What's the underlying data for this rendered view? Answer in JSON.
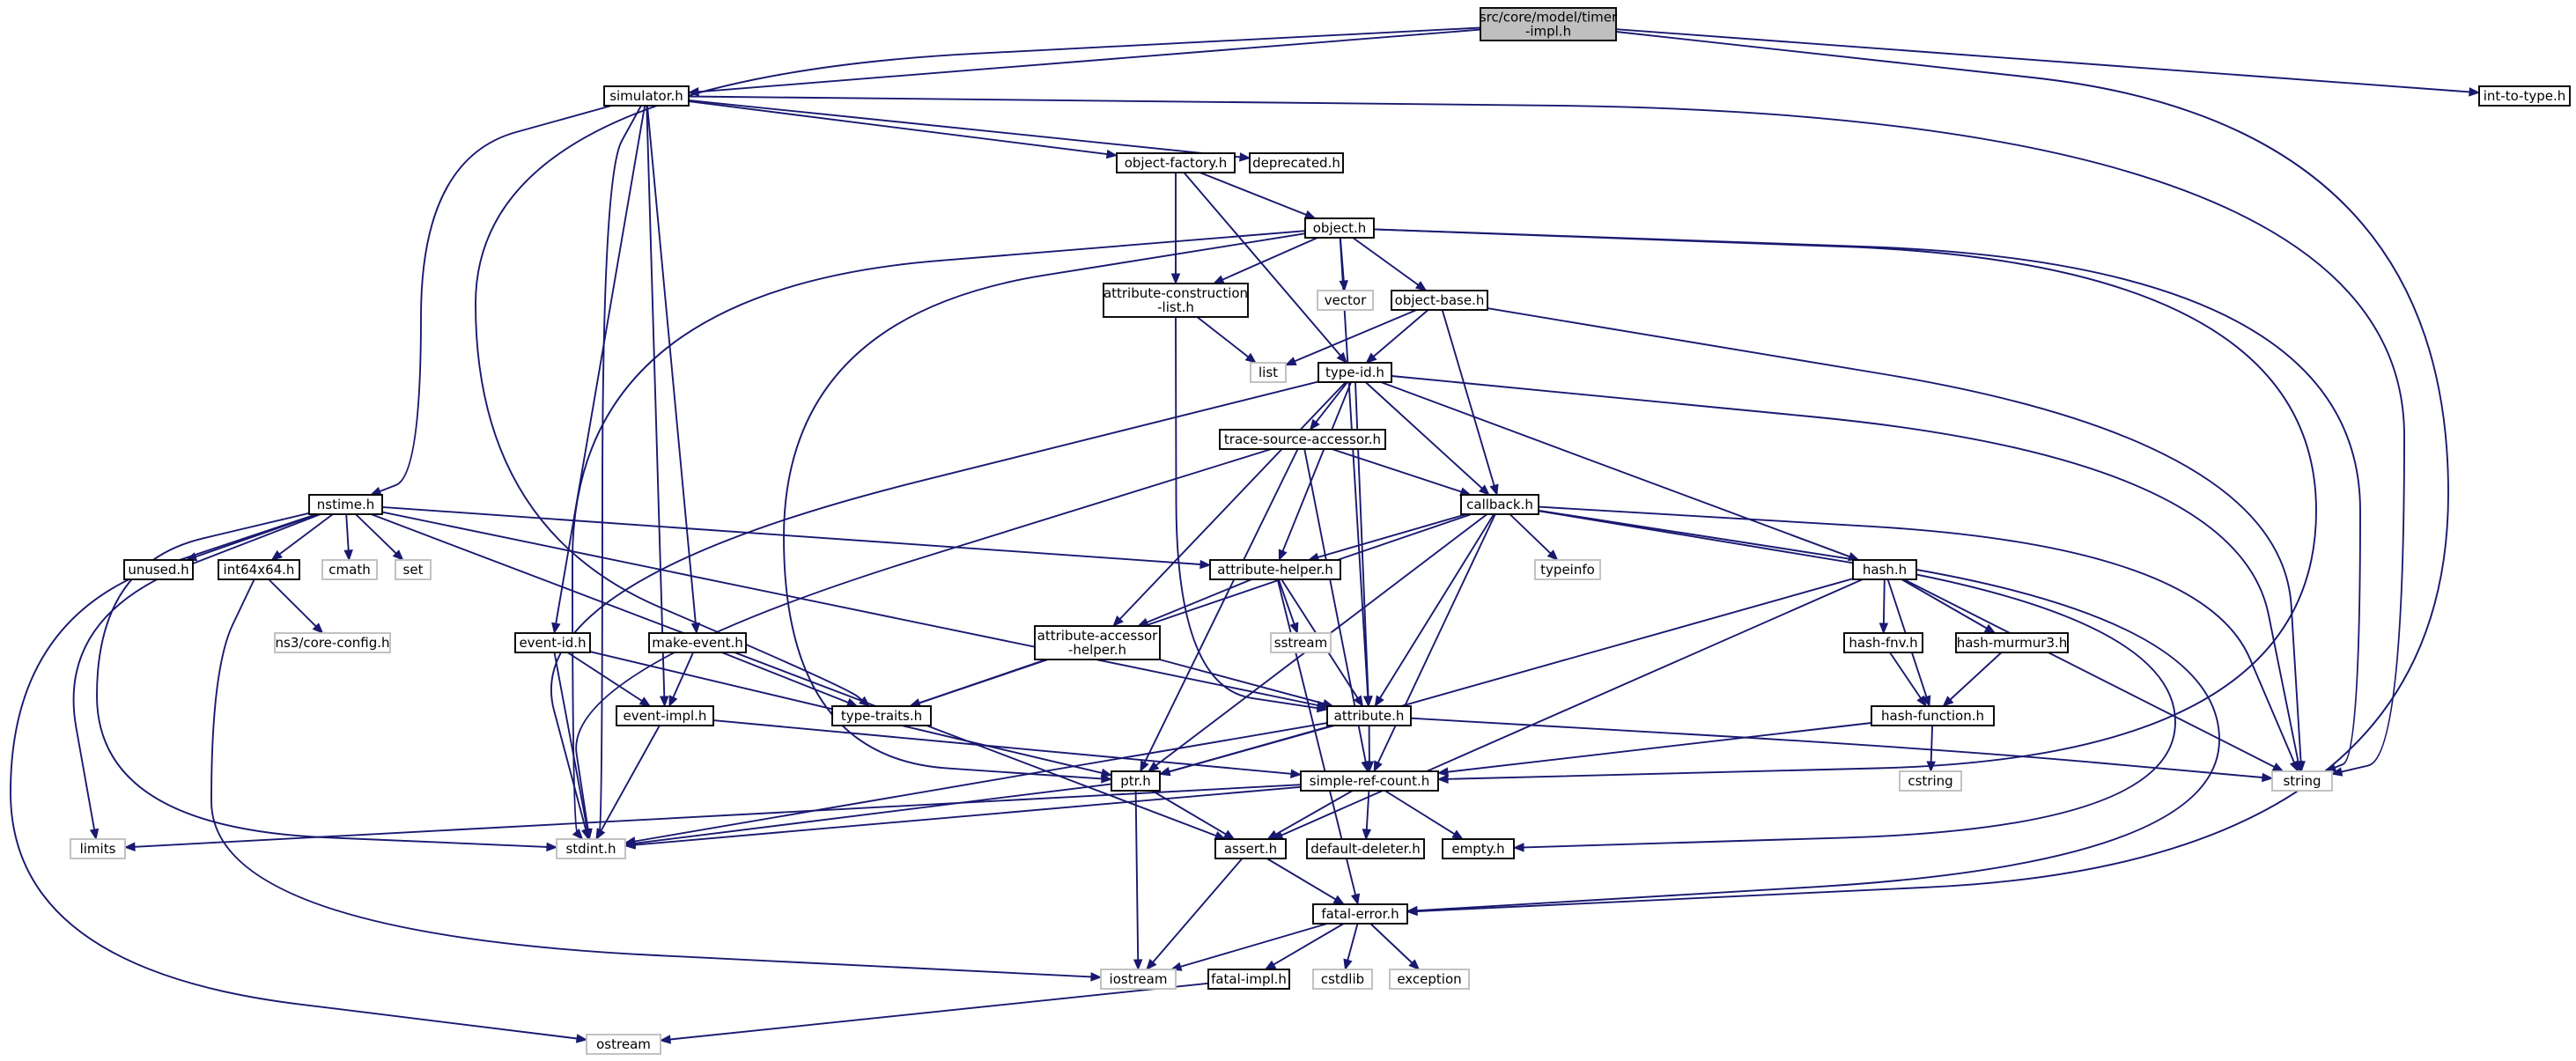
{
  "diagram": {
    "type": "include-dependency-graph",
    "colors": {
      "edge": "#191970",
      "node_border": "#000000",
      "system_border": "#bfbfbf",
      "root_fill": "#bfbfbf"
    },
    "nodes": [
      {
        "id": "timer-impl",
        "lines": [
          "src/core/model/timer",
          "-impl.h"
        ],
        "kind": "root"
      },
      {
        "id": "simulator",
        "lines": [
          "simulator.h"
        ],
        "kind": "local"
      },
      {
        "id": "int-to-type",
        "lines": [
          "int-to-type.h"
        ],
        "kind": "local"
      },
      {
        "id": "object-factory",
        "lines": [
          "object-factory.h"
        ],
        "kind": "local"
      },
      {
        "id": "deprecated",
        "lines": [
          "deprecated.h"
        ],
        "kind": "local"
      },
      {
        "id": "object",
        "lines": [
          "object.h"
        ],
        "kind": "local"
      },
      {
        "id": "vector",
        "lines": [
          "vector"
        ],
        "kind": "system"
      },
      {
        "id": "attribute-construction-list",
        "lines": [
          "attribute-construction",
          "-list.h"
        ],
        "kind": "local"
      },
      {
        "id": "object-base",
        "lines": [
          "object-base.h"
        ],
        "kind": "local"
      },
      {
        "id": "list",
        "lines": [
          "list"
        ],
        "kind": "system"
      },
      {
        "id": "type-id",
        "lines": [
          "type-id.h"
        ],
        "kind": "local"
      },
      {
        "id": "trace-source-accessor",
        "lines": [
          "trace-source-accessor.h"
        ],
        "kind": "local"
      },
      {
        "id": "callback",
        "lines": [
          "callback.h"
        ],
        "kind": "local"
      },
      {
        "id": "nstime",
        "lines": [
          "nstime.h"
        ],
        "kind": "local"
      },
      {
        "id": "unused",
        "lines": [
          "unused.h"
        ],
        "kind": "local"
      },
      {
        "id": "int64x64",
        "lines": [
          "int64x64.h"
        ],
        "kind": "local"
      },
      {
        "id": "cmath",
        "lines": [
          "cmath"
        ],
        "kind": "system"
      },
      {
        "id": "set",
        "lines": [
          "set"
        ],
        "kind": "system"
      },
      {
        "id": "ns3-core-config",
        "lines": [
          "ns3/core-config.h"
        ],
        "kind": "system"
      },
      {
        "id": "attribute-helper",
        "lines": [
          "attribute-helper.h"
        ],
        "kind": "local"
      },
      {
        "id": "typeinfo",
        "lines": [
          "typeinfo"
        ],
        "kind": "system"
      },
      {
        "id": "hash",
        "lines": [
          "hash.h"
        ],
        "kind": "local"
      },
      {
        "id": "sstream",
        "lines": [
          "sstream"
        ],
        "kind": "system"
      },
      {
        "id": "attribute-accessor-helper",
        "lines": [
          "attribute-accessor",
          "-helper.h"
        ],
        "kind": "local"
      },
      {
        "id": "event-id",
        "lines": [
          "event-id.h"
        ],
        "kind": "local"
      },
      {
        "id": "make-event",
        "lines": [
          "make-event.h"
        ],
        "kind": "local"
      },
      {
        "id": "hash-fnv",
        "lines": [
          "hash-fnv.h"
        ],
        "kind": "local"
      },
      {
        "id": "hash-murmur3",
        "lines": [
          "hash-murmur3.h"
        ],
        "kind": "local"
      },
      {
        "id": "event-impl",
        "lines": [
          "event-impl.h"
        ],
        "kind": "local"
      },
      {
        "id": "type-traits",
        "lines": [
          "type-traits.h"
        ],
        "kind": "local"
      },
      {
        "id": "attribute",
        "lines": [
          "attribute.h"
        ],
        "kind": "local"
      },
      {
        "id": "hash-function",
        "lines": [
          "hash-function.h"
        ],
        "kind": "local"
      },
      {
        "id": "ptr",
        "lines": [
          "ptr.h"
        ],
        "kind": "local"
      },
      {
        "id": "simple-ref-count",
        "lines": [
          "simple-ref-count.h"
        ],
        "kind": "local"
      },
      {
        "id": "cstring",
        "lines": [
          "cstring"
        ],
        "kind": "system"
      },
      {
        "id": "string",
        "lines": [
          "string"
        ],
        "kind": "system"
      },
      {
        "id": "limits",
        "lines": [
          "limits"
        ],
        "kind": "system"
      },
      {
        "id": "stdint",
        "lines": [
          "stdint.h"
        ],
        "kind": "system"
      },
      {
        "id": "assert",
        "lines": [
          "assert.h"
        ],
        "kind": "local"
      },
      {
        "id": "default-deleter",
        "lines": [
          "default-deleter.h"
        ],
        "kind": "local"
      },
      {
        "id": "empty",
        "lines": [
          "empty.h"
        ],
        "kind": "local"
      },
      {
        "id": "fatal-error",
        "lines": [
          "fatal-error.h"
        ],
        "kind": "local"
      },
      {
        "id": "iostream",
        "lines": [
          "iostream"
        ],
        "kind": "system"
      },
      {
        "id": "fatal-impl",
        "lines": [
          "fatal-impl.h"
        ],
        "kind": "local"
      },
      {
        "id": "cstdlib",
        "lines": [
          "cstdlib"
        ],
        "kind": "system"
      },
      {
        "id": "exception",
        "lines": [
          "exception"
        ],
        "kind": "system"
      },
      {
        "id": "ostream",
        "lines": [
          "ostream"
        ],
        "kind": "system"
      }
    ],
    "edges": [
      [
        "timer-impl",
        "simulator"
      ],
      [
        "timer-impl",
        "int-to-type"
      ],
      [
        "timer-impl",
        "type-traits"
      ],
      [
        "timer-impl",
        "fatal-error"
      ],
      [
        "simulator",
        "object-factory"
      ],
      [
        "simulator",
        "deprecated"
      ],
      [
        "simulator",
        "string"
      ],
      [
        "simulator",
        "nstime"
      ],
      [
        "simulator",
        "stdint"
      ],
      [
        "simulator",
        "make-event"
      ],
      [
        "simulator",
        "event-id"
      ],
      [
        "simulator",
        "event-impl"
      ],
      [
        "object-factory",
        "object"
      ],
      [
        "object-factory",
        "attribute-construction-list"
      ],
      [
        "object-factory",
        "type-id"
      ],
      [
        "object",
        "vector"
      ],
      [
        "object",
        "object-base"
      ],
      [
        "object",
        "attribute-construction-list"
      ],
      [
        "object",
        "attribute"
      ],
      [
        "object",
        "string"
      ],
      [
        "object",
        "simple-ref-count"
      ],
      [
        "object",
        "ptr"
      ],
      [
        "object",
        "stdint"
      ],
      [
        "attribute-construction-list",
        "list"
      ],
      [
        "attribute-construction-list",
        "attribute"
      ],
      [
        "object-base",
        "list"
      ],
      [
        "object-base",
        "type-id"
      ],
      [
        "object-base",
        "callback"
      ],
      [
        "object-base",
        "string"
      ],
      [
        "type-id",
        "trace-source-accessor"
      ],
      [
        "type-id",
        "callback"
      ],
      [
        "type-id",
        "hash"
      ],
      [
        "type-id",
        "attribute-helper"
      ],
      [
        "type-id",
        "attribute-accessor-helper"
      ],
      [
        "type-id",
        "attribute"
      ],
      [
        "type-id",
        "string"
      ],
      [
        "type-id",
        "stdint"
      ],
      [
        "trace-source-accessor",
        "callback"
      ],
      [
        "trace-source-accessor",
        "ptr"
      ],
      [
        "trace-source-accessor",
        "simple-ref-count"
      ],
      [
        "trace-source-accessor",
        "stdint"
      ],
      [
        "callback",
        "typeinfo"
      ],
      [
        "callback",
        "attribute-helper"
      ],
      [
        "callback",
        "attribute"
      ],
      [
        "callback",
        "ptr"
      ],
      [
        "callback",
        "simple-ref-count"
      ],
      [
        "callback",
        "fatal-error"
      ],
      [
        "callback",
        "empty"
      ],
      [
        "callback",
        "string"
      ],
      [
        "callback",
        "type-traits"
      ],
      [
        "nstime",
        "unused"
      ],
      [
        "nstime",
        "int64x64"
      ],
      [
        "nstime",
        "cmath"
      ],
      [
        "nstime",
        "set"
      ],
      [
        "nstime",
        "attribute-helper"
      ],
      [
        "nstime",
        "attribute"
      ],
      [
        "nstime",
        "assert"
      ],
      [
        "nstime",
        "limits"
      ],
      [
        "nstime",
        "stdint"
      ],
      [
        "nstime",
        "ostream"
      ],
      [
        "int64x64",
        "ns3-core-config"
      ],
      [
        "int64x64",
        "iostream"
      ],
      [
        "attribute-helper",
        "sstream"
      ],
      [
        "attribute-helper",
        "attribute-accessor-helper"
      ],
      [
        "attribute-helper",
        "attribute"
      ],
      [
        "attribute-helper",
        "fatal-error"
      ],
      [
        "attribute-accessor-helper",
        "type-traits"
      ],
      [
        "attribute-accessor-helper",
        "attribute"
      ],
      [
        "hash",
        "hash-fnv"
      ],
      [
        "hash",
        "hash-murmur3"
      ],
      [
        "hash",
        "hash-function"
      ],
      [
        "hash",
        "ptr"
      ],
      [
        "hash",
        "assert"
      ],
      [
        "hash",
        "string"
      ],
      [
        "hash-fnv",
        "hash-function"
      ],
      [
        "hash-murmur3",
        "hash-function"
      ],
      [
        "hash-function",
        "simple-ref-count"
      ],
      [
        "hash-function",
        "cstring"
      ],
      [
        "event-id",
        "event-impl"
      ],
      [
        "event-id",
        "ptr"
      ],
      [
        "event-id",
        "stdint"
      ],
      [
        "make-event",
        "event-impl"
      ],
      [
        "make-event",
        "type-traits"
      ],
      [
        "event-impl",
        "simple-ref-count"
      ],
      [
        "event-impl",
        "stdint"
      ],
      [
        "attribute",
        "ptr"
      ],
      [
        "attribute",
        "simple-ref-count"
      ],
      [
        "attribute",
        "string"
      ],
      [
        "attribute",
        "stdint"
      ],
      [
        "ptr",
        "assert"
      ],
      [
        "ptr",
        "iostream"
      ],
      [
        "ptr",
        "stdint"
      ],
      [
        "simple-ref-count",
        "assert"
      ],
      [
        "simple-ref-count",
        "default-deleter"
      ],
      [
        "simple-ref-count",
        "empty"
      ],
      [
        "simple-ref-count",
        "limits"
      ],
      [
        "simple-ref-count",
        "stdint"
      ],
      [
        "assert",
        "fatal-error"
      ],
      [
        "assert",
        "iostream"
      ],
      [
        "fatal-error",
        "iostream"
      ],
      [
        "fatal-error",
        "fatal-impl"
      ],
      [
        "fatal-error",
        "cstdlib"
      ],
      [
        "fatal-error",
        "exception"
      ],
      [
        "fatal-impl",
        "ostream"
      ]
    ]
  }
}
